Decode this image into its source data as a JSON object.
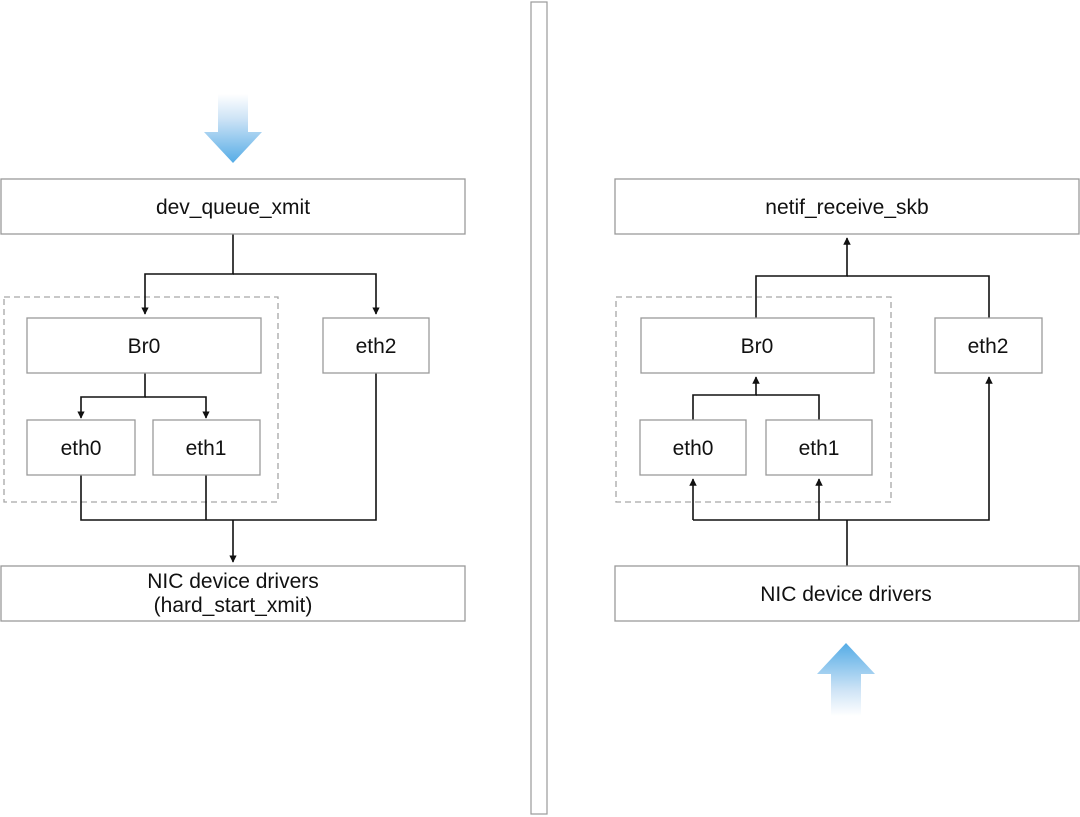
{
  "left_panel": {
    "top_box": "dev_queue_xmit",
    "bridge": "Br0",
    "nic0": "eth0",
    "nic1": "eth1",
    "nic2": "eth2",
    "bottom_line1": "NIC device drivers",
    "bottom_line2": "(hard_start_xmit)",
    "flow_direction": "down"
  },
  "right_panel": {
    "top_box": "netif_receive_skb",
    "bridge": "Br0",
    "nic0": "eth0",
    "nic1": "eth1",
    "nic2": "eth2",
    "bottom_box": "NIC device drivers",
    "flow_direction": "up"
  },
  "colors": {
    "box_border": "#9a9a9a",
    "dashed_group": "#a6a6a6",
    "line": "#111111",
    "flow_arrow_top": "#dcebf8",
    "flow_arrow_bottom": "#5aaee6"
  }
}
